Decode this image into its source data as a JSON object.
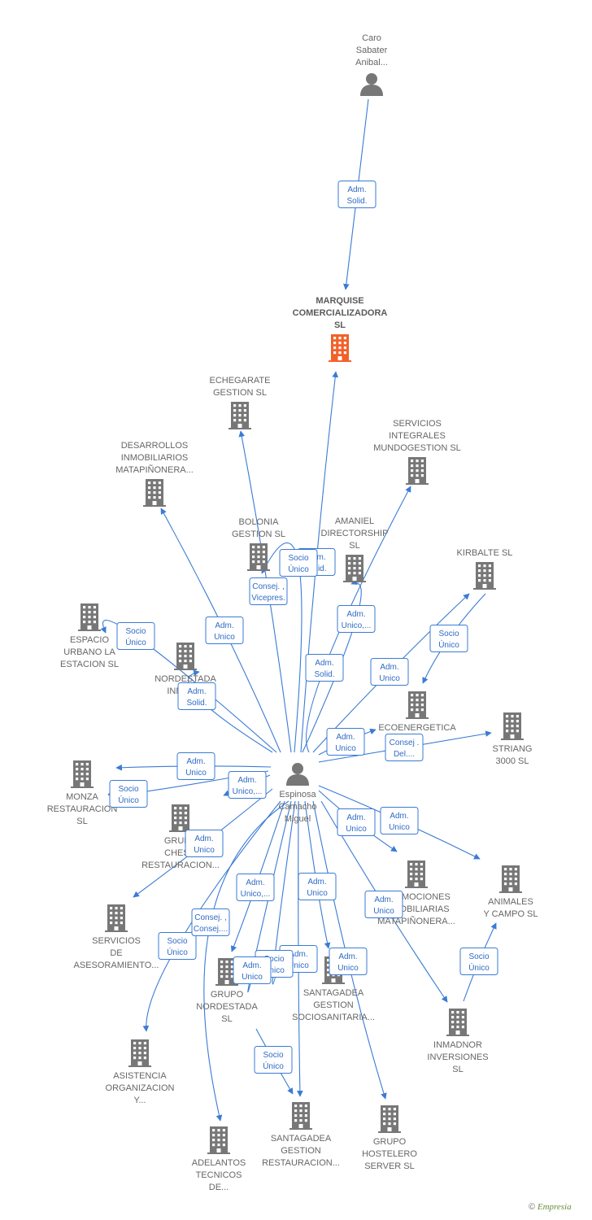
{
  "nodes": [
    {
      "id": "caro",
      "kind": "person",
      "lines": [
        "Caro",
        "Sabater",
        "Anibal..."
      ]
    },
    {
      "id": "marquise",
      "kind": "company",
      "focus": true,
      "lines": [
        "MARQUISE",
        "COMERCIALIZADORA",
        "SL"
      ]
    },
    {
      "id": "echegarate",
      "kind": "company",
      "lines": [
        "ECHEGARATE",
        "GESTION  SL"
      ]
    },
    {
      "id": "servicios_integrales",
      "kind": "company",
      "lines": [
        "SERVICIOS",
        "INTEGRALES",
        "MUNDOGESTION SL"
      ]
    },
    {
      "id": "desarrollos",
      "kind": "company",
      "lines": [
        "DESARROLLOS",
        "INMOBILIARIOS",
        "MATAPIÑONERA..."
      ]
    },
    {
      "id": "bolonia",
      "kind": "company",
      "lines": [
        "BOLONIA",
        "GESTION  SL"
      ]
    },
    {
      "id": "amaniel",
      "kind": "company",
      "lines": [
        "AMANIEL",
        "DIRECTORSHIP",
        "SL"
      ]
    },
    {
      "id": "kirbalte",
      "kind": "company",
      "lines": [
        "KIRBALTE  SL"
      ]
    },
    {
      "id": "espacio",
      "kind": "company",
      "lines": [
        "ESPACIO",
        "URBANO LA",
        "ESTACION  SL"
      ]
    },
    {
      "id": "nordestada_inmob",
      "kind": "company",
      "lines": [
        "NORDESTADA",
        "INMOB..."
      ]
    },
    {
      "id": "ecoenergetica",
      "kind": "company",
      "lines": [
        "ECOENERGETICA",
        "SL"
      ]
    },
    {
      "id": "striang",
      "kind": "company",
      "lines": [
        "STRIANG",
        "3000  SL"
      ]
    },
    {
      "id": "espinosa",
      "kind": "person",
      "lines": [
        "Espinosa",
        "Camacho",
        "Miguel"
      ]
    },
    {
      "id": "monza",
      "kind": "company",
      "lines": [
        "MONZA",
        "RESTAURACION",
        "SL"
      ]
    },
    {
      "id": "grupo_ches",
      "kind": "company",
      "lines": [
        "GRUPO",
        "CHES...",
        "RESTAURACION..."
      ]
    },
    {
      "id": "promociones",
      "kind": "company",
      "lines": [
        "PROMOCIONES",
        "INMOBILIARIAS",
        "MATAPIÑONERA..."
      ]
    },
    {
      "id": "animales",
      "kind": "company",
      "lines": [
        "ANIMALES",
        "Y CAMPO  SL"
      ]
    },
    {
      "id": "servicios_ases",
      "kind": "company",
      "lines": [
        "SERVICIOS",
        "DE",
        "ASESORAMIENTO..."
      ]
    },
    {
      "id": "grupo_nordestada",
      "kind": "company",
      "lines": [
        "GRUPO",
        "NORDESTADA",
        "SL"
      ]
    },
    {
      "id": "santagadea_socio",
      "kind": "company",
      "lines": [
        "SANTAGADEA",
        "GESTION",
        "SOCIOSANITARIA..."
      ]
    },
    {
      "id": "inmadnor",
      "kind": "company",
      "lines": [
        "INMADNOR",
        "INVERSIONES",
        "SL"
      ]
    },
    {
      "id": "asistencia",
      "kind": "company",
      "lines": [
        "ASISTENCIA",
        "ORGANIZACION",
        "Y..."
      ]
    },
    {
      "id": "santagadea_rest",
      "kind": "company",
      "lines": [
        "SANTAGADEA",
        "GESTION",
        "RESTAURACION..."
      ]
    },
    {
      "id": "grupo_hostelero",
      "kind": "company",
      "lines": [
        "GRUPO",
        "HOSTELERO",
        "SERVER  SL"
      ]
    },
    {
      "id": "adelantos",
      "kind": "company",
      "lines": [
        "ADELANTOS",
        "TECNICOS",
        "DE..."
      ]
    }
  ],
  "edges": [
    {
      "from": "caro",
      "to": "marquise",
      "label": [
        "Adm.",
        "Solid."
      ]
    },
    {
      "from": "espinosa",
      "to": "marquise",
      "label": [
        "Adm.",
        "Solid."
      ]
    },
    {
      "from": "espinosa",
      "to": "echegarate",
      "label": [
        "Consej. ,",
        "Vicepres."
      ]
    },
    {
      "from": "espinosa",
      "to": "servicios_integrales",
      "label": [
        "Adm.",
        "Solid."
      ]
    },
    {
      "from": "espinosa",
      "to": "desarrollos",
      "label": [
        "Adm.",
        "Unico"
      ]
    },
    {
      "from": "espinosa",
      "to": "bolonia",
      "label": [
        "Socio",
        "Único"
      ]
    },
    {
      "from": "espinosa",
      "to": "amaniel",
      "label": [
        "Adm.",
        "Unico,..."
      ]
    },
    {
      "from": "espinosa",
      "to": "kirbalte",
      "label": [
        "Adm.",
        "Unico"
      ]
    },
    {
      "from": "kirbalte",
      "to": "ecoenergetica",
      "label": [
        "Socio",
        "Único"
      ]
    },
    {
      "from": "espinosa",
      "to": "espacio",
      "label": [
        "Socio",
        "Único"
      ]
    },
    {
      "from": "espinosa",
      "to": "nordestada_inmob",
      "label": [
        "Adm.",
        "Solid."
      ]
    },
    {
      "from": "espinosa",
      "to": "ecoenergetica",
      "label": [
        "Adm.",
        "Unico"
      ]
    },
    {
      "from": "espinosa",
      "to": "striang",
      "label": [
        "Consej .",
        "Del...."
      ]
    },
    {
      "from": "espinosa",
      "to": "monza",
      "label": [
        "Adm.",
        "Unico"
      ]
    },
    {
      "from": "espinosa",
      "to": "grupo_ches",
      "label": [
        "Adm.",
        "Unico,..."
      ]
    },
    {
      "from": "espinosa",
      "to": "servicios_ases",
      "label": [
        "Adm.",
        "Unico"
      ]
    },
    {
      "from": "espinosa",
      "to": "promociones",
      "label": [
        "Adm.",
        "Unico"
      ]
    },
    {
      "from": "espinosa",
      "to": "animales",
      "label": [
        "Adm.",
        "Unico"
      ]
    },
    {
      "from": "espinosa",
      "to": "inmadnor",
      "label": [
        "Adm.",
        "Unico"
      ]
    },
    {
      "from": "inmadnor",
      "to": "animales",
      "label": [
        "Socio",
        "Único"
      ]
    },
    {
      "from": "espinosa",
      "to": "grupo_nordestada",
      "label": [
        "Adm.",
        "Unico,..."
      ]
    },
    {
      "from": "espinosa",
      "to": "asistencia",
      "label": [
        "Socio",
        "Único"
      ]
    },
    {
      "from": "espinosa",
      "to": "adelantos",
      "label": [
        "Consej. ,",
        "Consej...."
      ]
    },
    {
      "from": "espinosa",
      "to": "santagadea_socio",
      "label": [
        "Adm.",
        "Unico"
      ]
    },
    {
      "from": "espinosa",
      "to": "grupo_hostelero",
      "label": [
        "Adm.",
        "Unico"
      ]
    },
    {
      "from": "espinosa",
      "to": "santagadea_rest",
      "label": [
        "Adm.",
        "Unico"
      ]
    },
    {
      "from": "grupo_nordestada",
      "to": "santagadea_rest",
      "label": [
        "Socio",
        "Único"
      ]
    },
    {
      "from": "espinosa",
      "to": "santagadea_socio",
      "label": [
        "Socio",
        "Único"
      ]
    },
    {
      "from": "espinosa",
      "to": "grupo_nordestada",
      "label": [
        "Adm.",
        "Unico"
      ]
    },
    {
      "from": "espinosa",
      "to": "monza",
      "label": [
        "Socio",
        "Único"
      ]
    }
  ],
  "colors": {
    "edge": "#3a7bd5",
    "company": "#777777",
    "focus_company": "#f2612a",
    "person": "#777777"
  },
  "credit": {
    "symbol": "©",
    "brand": "Empresia"
  }
}
